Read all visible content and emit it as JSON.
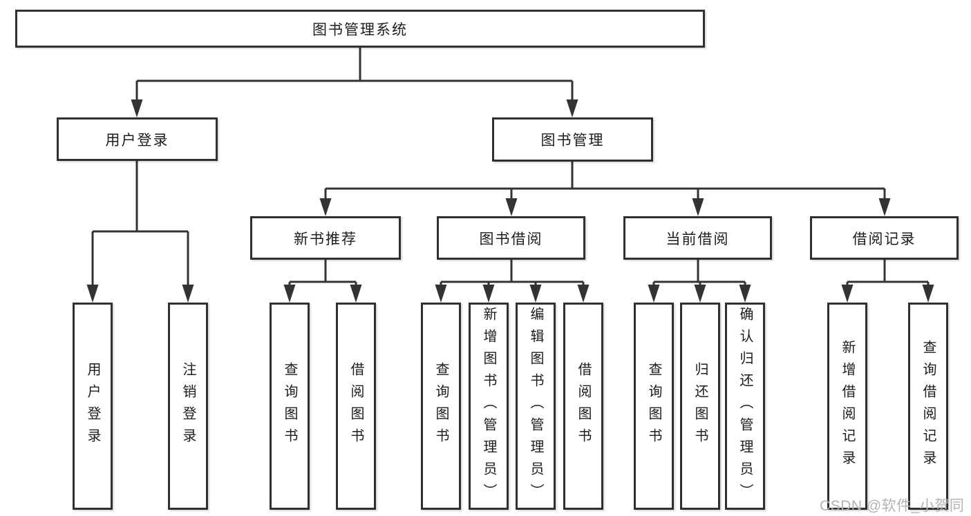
{
  "tree": {
    "root": {
      "label": "图书管理系统"
    },
    "branches": [
      {
        "label": "用户登录",
        "children": [
          {
            "label": "用户登录"
          },
          {
            "label": "注销登录"
          }
        ]
      },
      {
        "label": "图书管理",
        "sections": [
          {
            "label": "新书推荐",
            "children": [
              {
                "label": "查询图书"
              },
              {
                "label": "借阅图书"
              }
            ]
          },
          {
            "label": "图书借阅",
            "children": [
              {
                "label": "查询图书"
              },
              {
                "label": "新增图书（管理员）"
              },
              {
                "label": "编辑图书（管理员）"
              },
              {
                "label": "借阅图书"
              }
            ]
          },
          {
            "label": "当前借阅",
            "children": [
              {
                "label": "查询图书"
              },
              {
                "label": "归还图书"
              },
              {
                "label": "确认归还（管理员）"
              }
            ]
          },
          {
            "label": "借阅记录",
            "children": [
              {
                "label": "新增借阅记录"
              },
              {
                "label": "查询借阅记录"
              }
            ]
          }
        ]
      }
    ]
  },
  "watermark": {
    "text": "CSDN @软件_小贺同学"
  }
}
